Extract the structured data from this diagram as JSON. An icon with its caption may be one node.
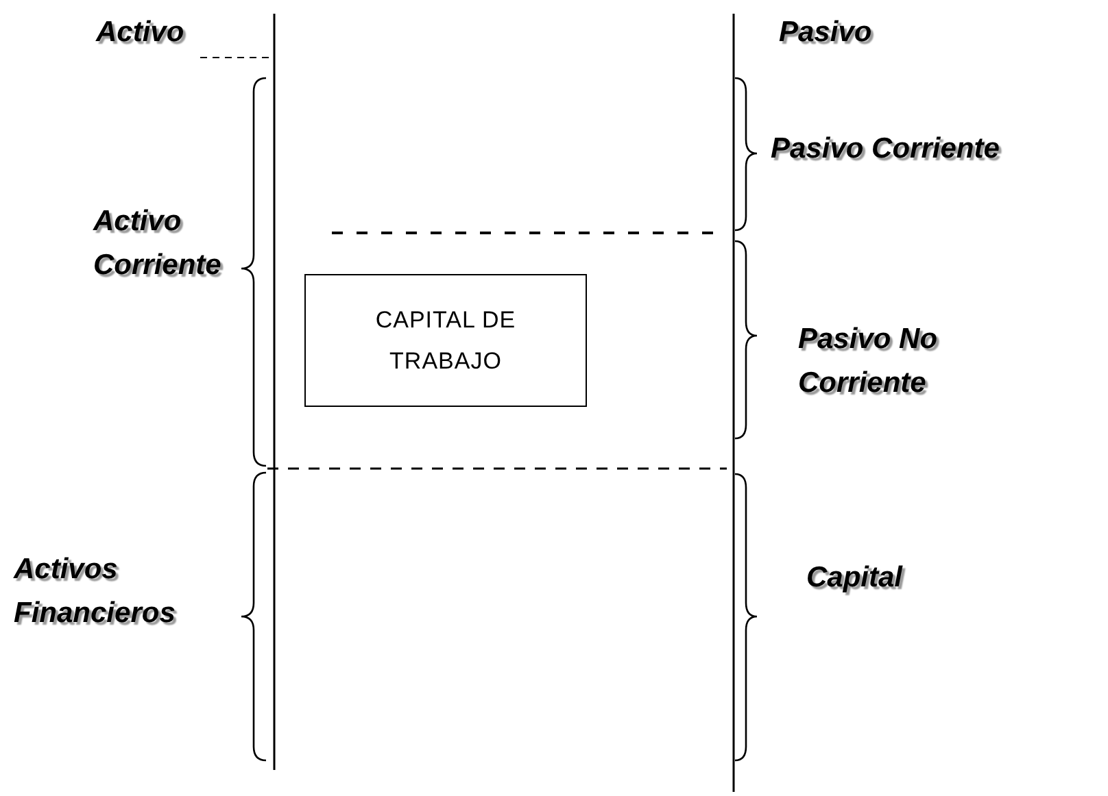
{
  "diagram": {
    "nodes": [
      {
        "text": [
          "CAPITAL DE TRABAJO"
        ]
      }
    ],
    "labels": [
      "Activo",
      "Pasivo",
      "Pasivo Corriente",
      "Activo Corriente",
      "Pasivo No Corriente",
      "Activos Financieros",
      "Capital"
    ]
  }
}
